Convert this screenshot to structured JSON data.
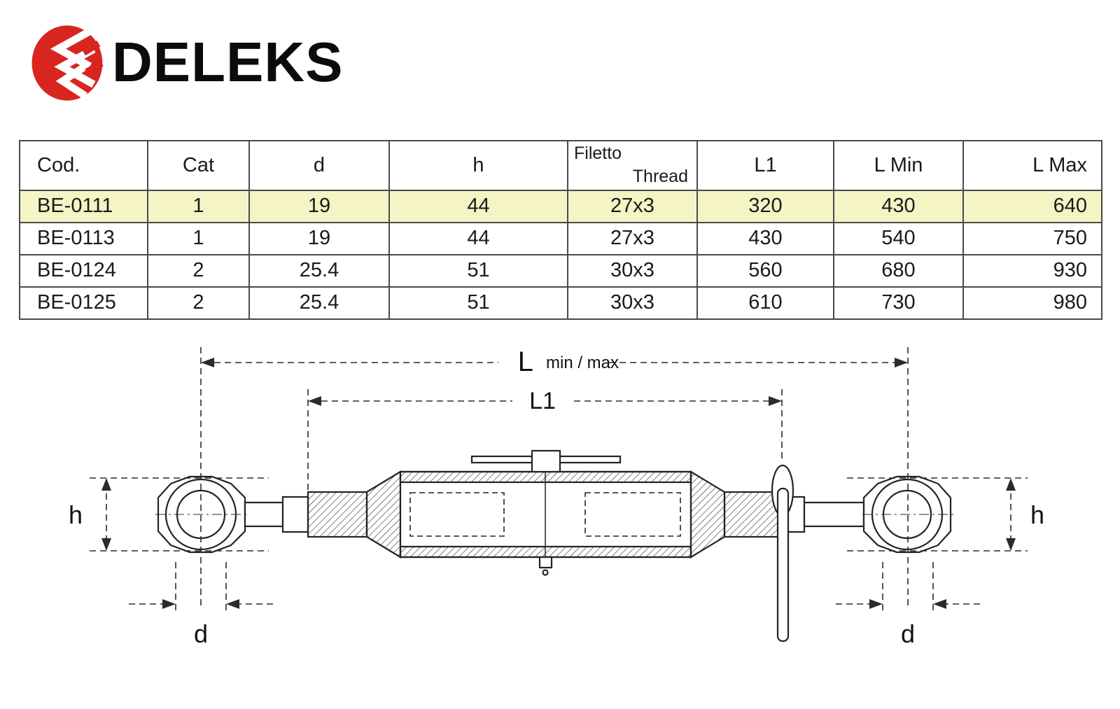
{
  "brand": {
    "name": "DELEKS",
    "logo_color": "#d8251f"
  },
  "table": {
    "highlight_color": "#f4f4c4",
    "headers": {
      "cod": "Cod.",
      "cat": "Cat",
      "d": "d",
      "h": "h",
      "filetto_top": "Filetto",
      "filetto_bottom": "Thread",
      "l1": "L1",
      "lmin": "L Min",
      "lmax": "L Max"
    },
    "rows": [
      {
        "cod": "BE-0111",
        "cat": "1",
        "d": "19",
        "h": "44",
        "thread": "27x3",
        "l1": "320",
        "lmin": "430",
        "lmax": "640"
      },
      {
        "cod": "BE-0113",
        "cat": "1",
        "d": "19",
        "h": "44",
        "thread": "27x3",
        "l1": "430",
        "lmin": "540",
        "lmax": "750"
      },
      {
        "cod": "BE-0124",
        "cat": "2",
        "d": "25.4",
        "h": "51",
        "thread": "30x3",
        "l1": "560",
        "lmin": "680",
        "lmax": "930"
      },
      {
        "cod": "BE-0125",
        "cat": "2",
        "d": "25.4",
        "h": "51",
        "thread": "30x3",
        "l1": "610",
        "lmin": "730",
        "lmax": "980"
      }
    ]
  },
  "diagram": {
    "l_label": "L",
    "l_sub": "min / max",
    "l1_label": "L1",
    "h_left": "h",
    "h_right": "h",
    "d_left": "d",
    "d_right": "d"
  }
}
